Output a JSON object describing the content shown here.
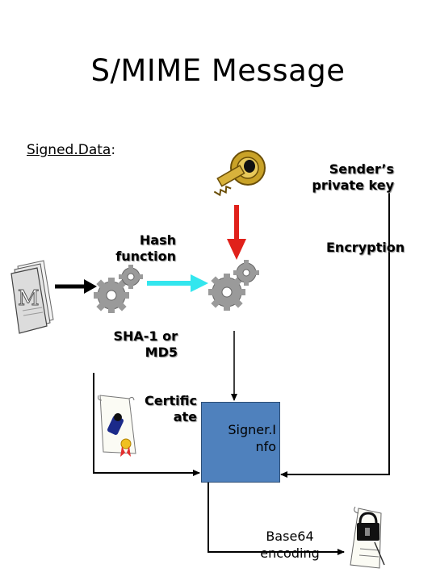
{
  "title": "S/MIME  Message",
  "subtitle": {
    "text": "Signed.Data",
    "suffix": ":"
  },
  "labels": {
    "sender_key": [
      "Sender’s",
      "private key"
    ],
    "hash_function": [
      "Hash",
      "function"
    ],
    "encryption": "Encryption",
    "sha": [
      "SHA-1 or",
      "MD5"
    ],
    "certificate": [
      "Certific",
      "ate"
    ],
    "signer_info": [
      "Signer.I",
      "nfo"
    ],
    "base64": [
      "Base64",
      "encoding"
    ]
  },
  "colors": {
    "signer_box": "#4f81bd",
    "red_arrow": "#e0211b",
    "cyan_arrow": "#33e6ee",
    "gear": "#9a9a9a"
  },
  "icons": [
    "key-icon",
    "document-icon",
    "gear-icon",
    "certificate-icon",
    "lock-document-icon"
  ]
}
